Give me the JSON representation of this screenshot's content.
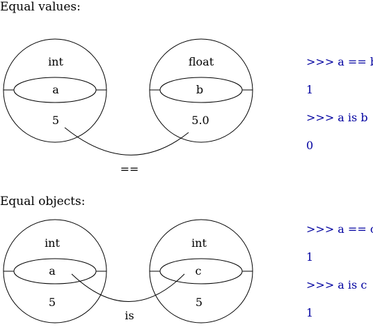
{
  "sections": [
    {
      "title": "Equal values:",
      "left": {
        "type": "int",
        "name": "a",
        "value": "5"
      },
      "right": {
        "type": "float",
        "name": "b",
        "value": "5.0"
      },
      "link_label": "==",
      "console": [
        ">>> a == b",
        "1",
        ">>> a is b",
        "0"
      ]
    },
    {
      "title": "Equal objects:",
      "left": {
        "type": "int",
        "name": "a",
        "value": "5"
      },
      "right": {
        "type": "int",
        "name": "c",
        "value": "5"
      },
      "link_label": "is",
      "console": [
        ">>> a == c",
        "1",
        ">>> a is c",
        "1"
      ]
    }
  ],
  "colors": {
    "ink": "#000000",
    "console": "#0000a0"
  }
}
